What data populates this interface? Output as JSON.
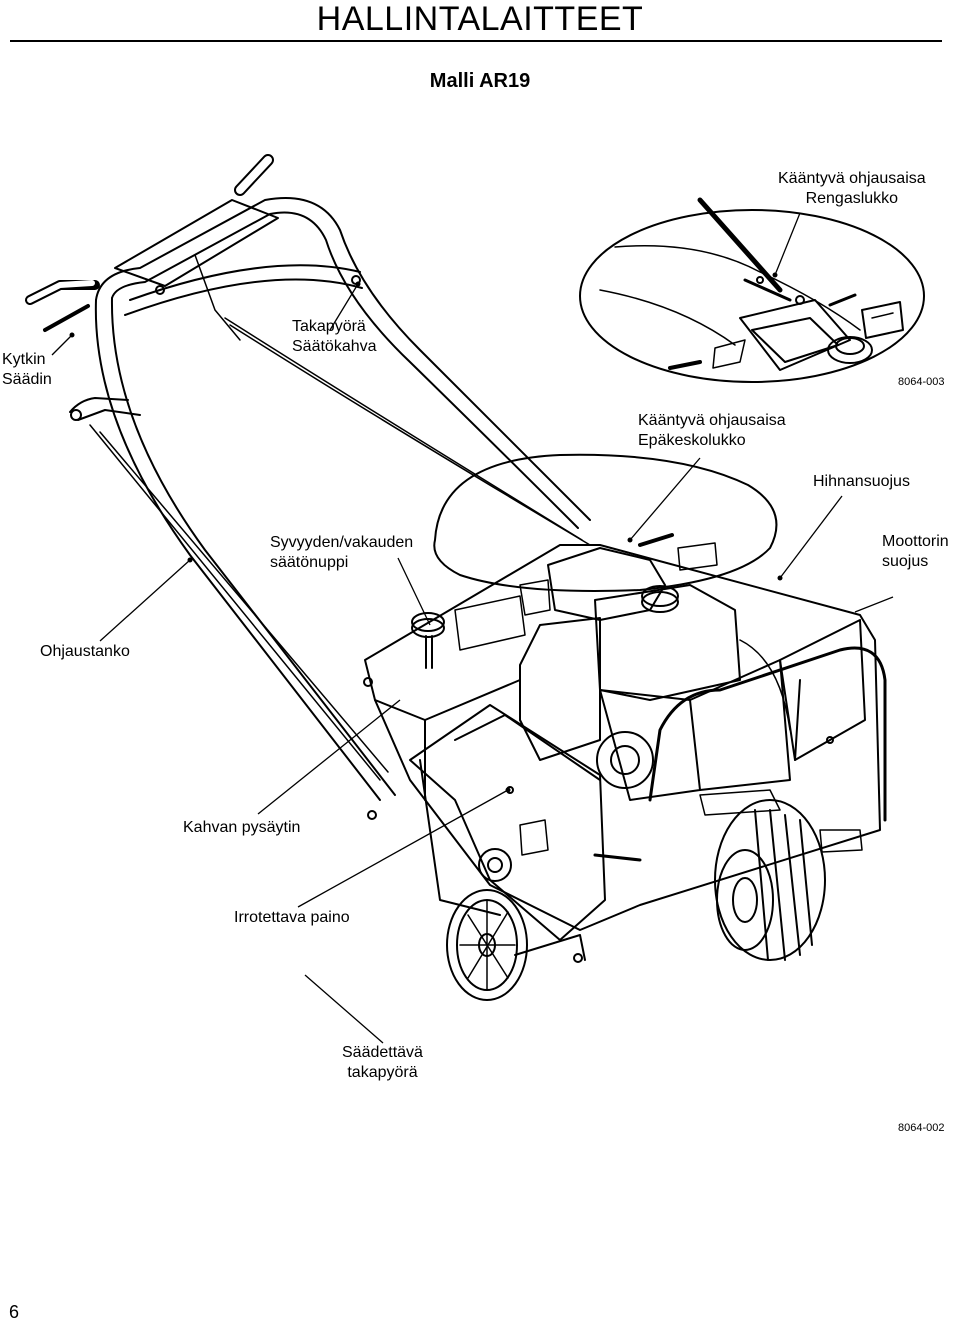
{
  "page": {
    "title": "HALLINTALAITTEET",
    "model": "Malli AR19",
    "page_number": "6"
  },
  "labels": {
    "rengaslukko": [
      "Kääntyvä ohjausaisa",
      "Rengaslukko"
    ],
    "kytkin": [
      "Kytkin",
      "Säädin"
    ],
    "takapyora_saatokahva": [
      "Takapyörä",
      "Säätökahva"
    ],
    "epakeskolukko": [
      "Kääntyvä ohjausaisa",
      "Epäkeskolukko"
    ],
    "hihnansuojus": "Hihnansuojus",
    "syvyyden": [
      "Syvyyden/vakauden",
      "säätönuppi"
    ],
    "moottorin": [
      "Moottorin",
      "suojus"
    ],
    "ohjaustanko": "Ohjaustanko",
    "kahvan": "Kahvan pysäytin",
    "irrotettava": "Irrotettava paino",
    "saadettava": [
      "Säädettävä",
      "takapyörä"
    ]
  },
  "figure_refs": {
    "detail": "8064-003",
    "main": "8064-002"
  }
}
